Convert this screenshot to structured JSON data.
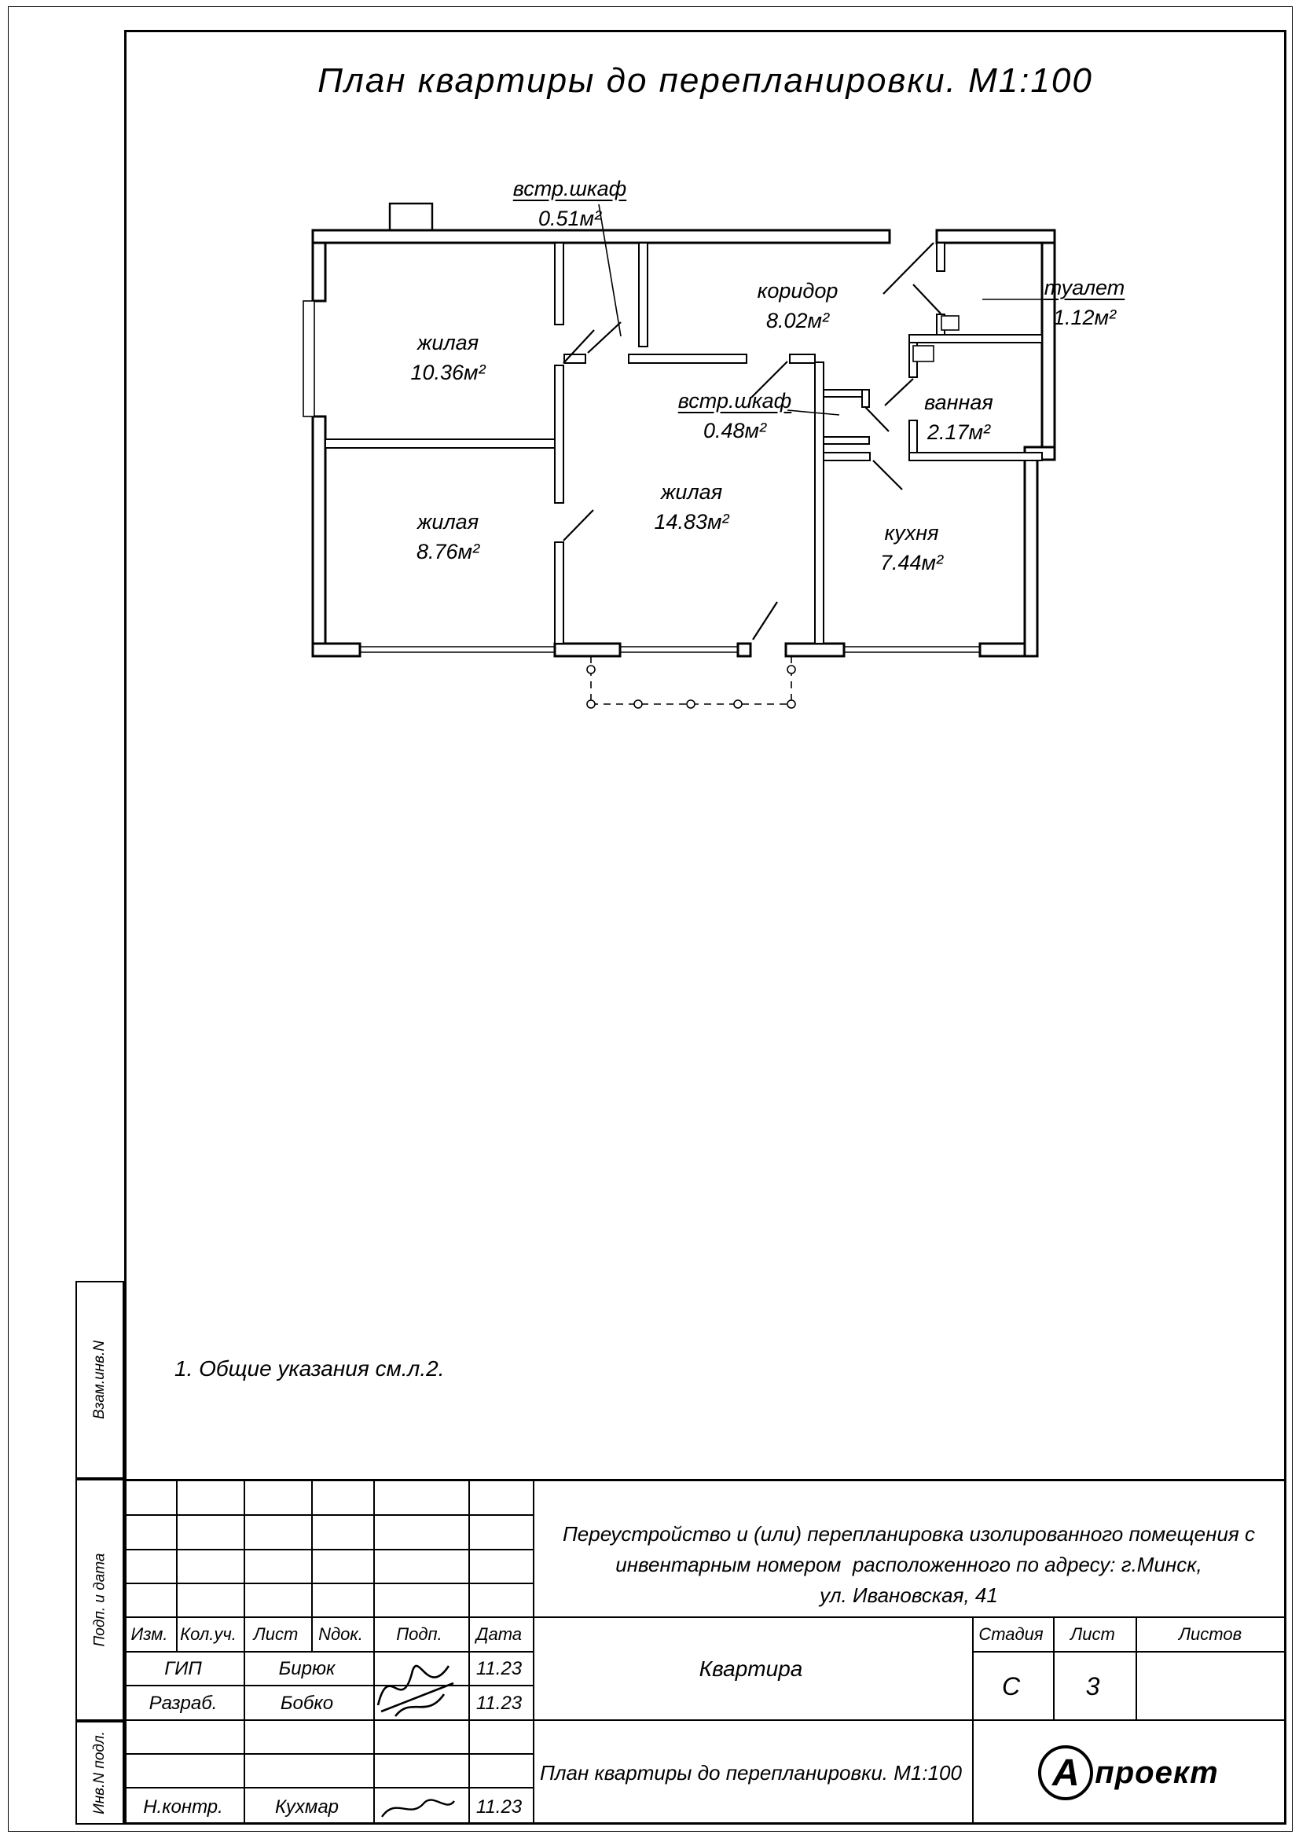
{
  "title": "План квартиры до  перепланировки. М1:100",
  "note": "1.  Общие указания см.л.2.",
  "plan": {
    "rooms": [
      {
        "name": "жилая",
        "area": "10.36м²"
      },
      {
        "name": "жилая",
        "area": "8.76м²"
      },
      {
        "name": "жилая",
        "area": "14.83м²"
      },
      {
        "name": "кухня",
        "area": "7.44м²"
      },
      {
        "name": "коридор",
        "area": "8.02м²"
      },
      {
        "name": "ванная",
        "area": "2.17м²"
      },
      {
        "name": "туалет",
        "area": "1.12м²"
      },
      {
        "name": "встр.шкаф",
        "area": "0.51м²"
      },
      {
        "name": "встр.шкаф",
        "area": "0.48м²"
      }
    ]
  },
  "margin_boxes": [
    "Взам.инв.N",
    "Подп. и дата",
    "Инв.N подл."
  ],
  "stamp": {
    "header_cols": [
      "Изм.",
      "Кол.уч.",
      "Лист",
      "Nдок.",
      "Подп.",
      "Дата"
    ],
    "rows": [
      {
        "role": "ГИП",
        "name": "Бирюк",
        "date": "11.23"
      },
      {
        "role": "Разраб.",
        "name": "Бобко",
        "date": "11.23"
      },
      {
        "role": "",
        "name": "",
        "date": ""
      },
      {
        "role": "",
        "name": "",
        "date": ""
      },
      {
        "role": "Н.контр.",
        "name": "Кухмар",
        "date": "11.23"
      }
    ],
    "description": [
      "Переустройство и (или) перепланировка изолированного помещения с",
      "инвентарным номером  расположенного по адресу: г.Минск,",
      "ул. Ивановская, 41"
    ],
    "object_name": "Квартира",
    "stage_label": "Стадия",
    "sheet_label": "Лист",
    "sheets_label": "Листов",
    "stage_value": "С",
    "sheet_value": "3",
    "doc_title": "План квартиры до перепланировки. М1:100",
    "logo_letter": "А",
    "logo_text": "проект"
  }
}
